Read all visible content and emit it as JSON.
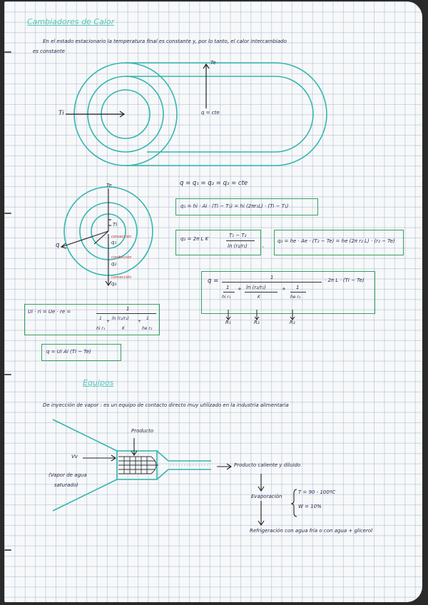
{
  "sections": {
    "title": "Cambiadores de Calor",
    "equipos_title": "Equipos"
  },
  "text": {
    "intro_line1": "En el estado estacionario la temperatura final es constante y, por lo tanto, el calor intercambiado",
    "intro_line2": "es constante",
    "equipos_text": "De inyección de vapor : es un equipo de contacto directo muy utilizado en la industria alimentaria"
  },
  "diagram1": {
    "label_top": "Te",
    "label_left": "Ti",
    "label_q": "q = cte"
  },
  "diagram2": {
    "label_top": "Te",
    "label_q_left": "q",
    "label_ti": "Ti",
    "label_conv_int": "convección",
    "label_q1": "q₁",
    "label_cond": "conducción",
    "label_q2": "q₂",
    "label_conv_ext": "convección",
    "label_q3": "q₃"
  },
  "equations": {
    "eq_q_equal": "q = q₁ = q₂ = q₃ = cte",
    "eq_q1": "q₁ = hi · Ai · (Ti − T₁) = hi (2πr₁L) · (Ti − T₁)",
    "eq_q2_lhs": "q₂ = 2π L K",
    "eq_q2_num": "T₁ − T₂",
    "eq_q2_den": "ln (r₂/r₁)",
    "eq_q3": "q₃ = he · Ae · (T₂ − Te) = he (2π r₂ L) · (r₂ − Te)",
    "eq_big_lhs": "q =",
    "eq_big_num": "1",
    "eq_big_t1": "1",
    "eq_big_t1_den": "hi r₁",
    "eq_big_t2": "ln (r₂/r₁)",
    "eq_big_t2_den": "K",
    "eq_big_t3": "1",
    "eq_big_t3_den": "he r₂",
    "eq_big_rhs": "· 2π L · (Ti − Te)",
    "R1": "R₁",
    "R2": "R₂",
    "R3": "R₃",
    "eq_U_lhs": "Ui · ri = Ue · re =",
    "eq_U_num": "1",
    "eq_U_t1": "1",
    "eq_U_t1_den": "hi r₁",
    "eq_U_t2": "ln (r₂/r₁)",
    "eq_U_t2_den": "K",
    "eq_U_t3": "1",
    "eq_U_t3_den": "he r₂",
    "eq_q_final": "q = Ui Ai (Ti − Te)"
  },
  "diagram3": {
    "label_producto": "Producto",
    "label_vapor": "Vv",
    "label_vapor_desc1": "(Vapor de agua",
    "label_vapor_desc2": "saturado)",
    "label_out": "Producto caliente y diluido",
    "label_evap": "Evaporación",
    "label_T": "T = 90 - 100ºC",
    "label_W": "W = 10%",
    "label_refrig": "Refrigeración con agua fría o con agua + glicerol"
  }
}
